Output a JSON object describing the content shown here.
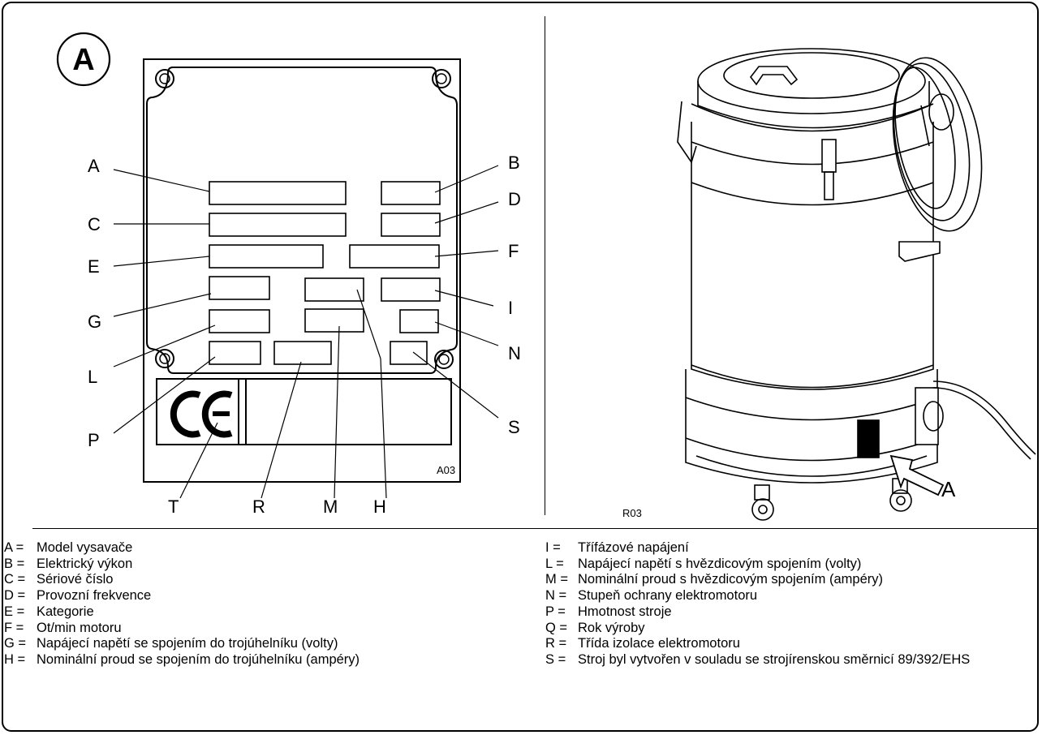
{
  "diagram": {
    "circle_label": "A",
    "plate_code": "A03",
    "machine_code": "R03",
    "arrow_label": "A",
    "callouts": {
      "A": "A",
      "B": "B",
      "C": "C",
      "D": "D",
      "E": "E",
      "F": "F",
      "G": "G",
      "I": "I",
      "L": "L",
      "N": "N",
      "P": "P",
      "S": "S",
      "T": "T",
      "R": "R",
      "M": "M",
      "H": "H"
    }
  },
  "legend": {
    "left": [
      {
        "key": "A =",
        "text": "Model vysavače"
      },
      {
        "key": "B =",
        "text": "Elektrický výkon"
      },
      {
        "key": "C =",
        "text": "Sériové číslo"
      },
      {
        "key": "D =",
        "text": "Provozní frekvence"
      },
      {
        "key": "E =",
        "text": "Kategorie"
      },
      {
        "key": "F =",
        "text": "Ot/min motoru"
      },
      {
        "key": "G =",
        "text": "Napájecí napětí se spojením do trojúhelníku (volty)"
      },
      {
        "key": "H =",
        "text": "Nominální proud se spojením do trojúhelníku (ampéry)"
      }
    ],
    "right": [
      {
        "key": "I =",
        "text": "Třífázové napájení"
      },
      {
        "key": "L =",
        "text": "Napájecí napětí s hvězdicovým spojením (volty)"
      },
      {
        "key": "M =",
        "text": "Nominální proud s hvězdicovým spojením (ampéry)"
      },
      {
        "key": "N =",
        "text": "Stupeň ochrany elektromotoru"
      },
      {
        "key": "P =",
        "text": "Hmotnost stroje"
      },
      {
        "key": "Q =",
        "text": "Rok výroby"
      },
      {
        "key": "R =",
        "text": "Třída izolace elektromotoru"
      },
      {
        "key": "S =",
        "text": "Stroj byl vytvořen v souladu se strojírenskou směrnicí 89/392/EHS"
      }
    ]
  }
}
